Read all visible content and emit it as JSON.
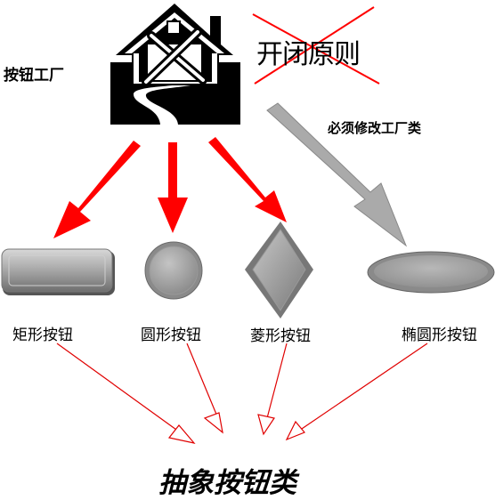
{
  "diagram": {
    "factory_label": "按钮工厂",
    "crossed_principle": "开闭原则",
    "must_modify_label": "必须修改工厂类",
    "buttons": [
      {
        "label": "矩形按钮",
        "shape": "rectangle"
      },
      {
        "label": "圆形按钮",
        "shape": "circle"
      },
      {
        "label": "菱形按钮",
        "shape": "diamond"
      },
      {
        "label": "椭圆形按钮",
        "shape": "ellipse"
      }
    ],
    "abstract_label": "抽象按钮类",
    "colors": {
      "arrow_red": "#ff0000",
      "arrow_gray": "#a9a9a9",
      "button_gray": "#a8a8a8",
      "inherit_arrow": "#e00000"
    }
  }
}
